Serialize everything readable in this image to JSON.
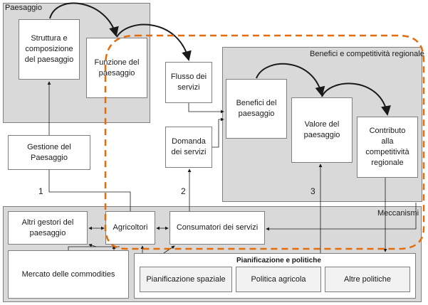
{
  "regions": {
    "paesaggio": "Paesaggio",
    "benefici": "Benefici e competitività regionale",
    "meccanismi": "Meccanismi"
  },
  "nodes": {
    "struttura": "Struttura e\ncomposizione\ndel paesaggio",
    "funzione": "Funzione del\npaesaggio",
    "flusso": "Flusso dei\nservizi",
    "domanda": "Domanda\ndei servizi",
    "benefici_paesaggio": "Benefici del\npaesaggio",
    "valore": "Valore del\npaesaggio",
    "contributo": "Contributo\nalla\ncompetitività\nregionale",
    "gestione": "Gestione del\nPaesaggio",
    "altri_gestori": "Altri gestori del\npaesaggio",
    "agricoltori": "Agricoltori",
    "consumatori": "Consumatori dei servizi",
    "mercato": "Mercato delle commodities",
    "pianificazione_spaziale": "Pianificazione spaziale",
    "politica_agricola": "Politica agricola",
    "altre_politiche": "Altre politiche"
  },
  "pianificazione_title": "Pianificazione e politiche",
  "numbers": [
    "1",
    "2",
    "3"
  ],
  "colors": {
    "region_fill": "#d9d9d9",
    "region_border": "#7f7f7f",
    "dashed_outline": "#e46c0a",
    "arrow": "#1a1a1a"
  }
}
